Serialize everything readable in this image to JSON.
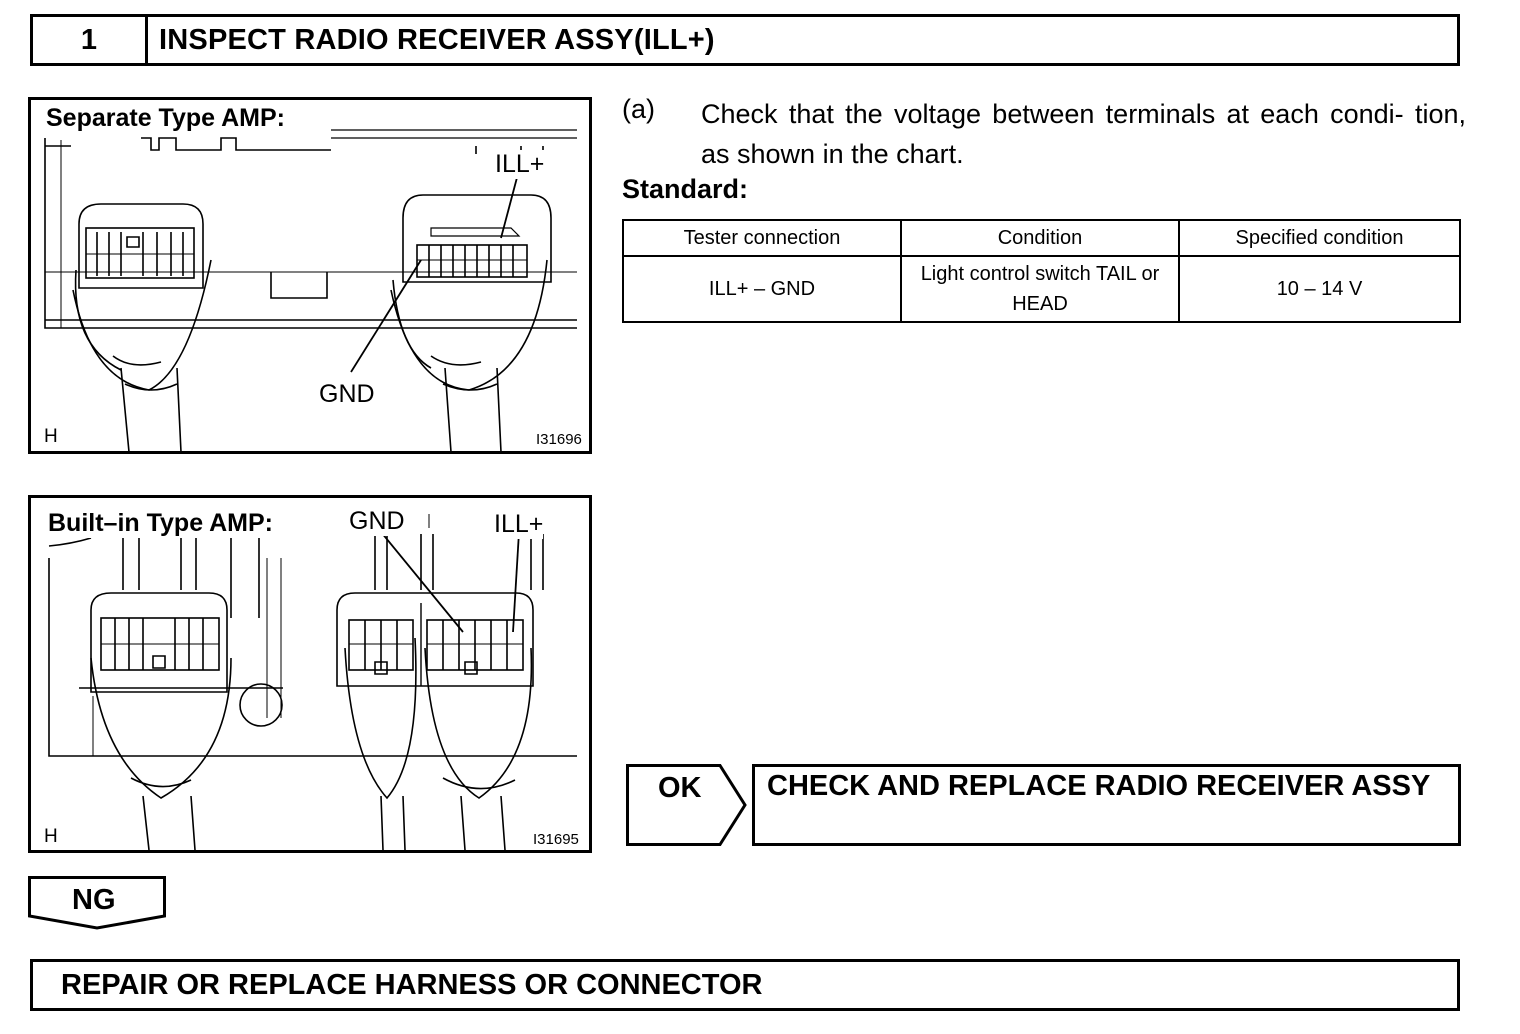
{
  "step": {
    "number": "1",
    "title": "INSPECT RADIO RECEIVER ASSY(ILL+)"
  },
  "figures": [
    {
      "title": "Separate Type AMP:",
      "labels": {
        "ill": "ILL+",
        "gnd": "GND"
      },
      "corner": "H",
      "id": "I31696"
    },
    {
      "title": "Built–in Type AMP:",
      "labels": {
        "gnd": "GND",
        "ill": "ILL+"
      },
      "corner": "H",
      "id": "I31695"
    }
  ],
  "instruction": {
    "marker": "(a)",
    "text": "Check that the voltage between terminals at each condi- tion, as shown in the chart."
  },
  "standard_label": "Standard:",
  "table": {
    "headers": [
      "Tester connection",
      "Condition",
      "Specified condition"
    ],
    "rows": [
      [
        "ILL+ – GND",
        "Light control switch TAIL or HEAD",
        "10 – 14 V"
      ]
    ]
  },
  "ok": {
    "label": "OK",
    "result": "CHECK AND REPLACE RADIO RECEIVER ASSY"
  },
  "ng": {
    "label": "NG",
    "result": "REPAIR OR REPLACE HARNESS OR CONNECTOR"
  }
}
